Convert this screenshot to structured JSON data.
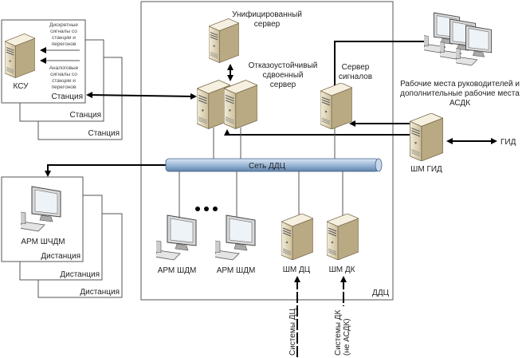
{
  "stations": {
    "ksu_label": "КСУ",
    "discrete_signals": [
      "Дискретные",
      "сигналы со",
      "станции и",
      "перегонов"
    ],
    "analog_signals": [
      "Аналоговые",
      "сигналы со",
      "станции и",
      "перегонов"
    ],
    "box_labels": [
      "Станция",
      "Станция",
      "Станция"
    ]
  },
  "ddc": {
    "label": "ДДЦ",
    "unified_server": [
      "Унифицированный",
      "сервер"
    ],
    "failsafe_server": [
      "Отказоустойчивый",
      "сдвоенный",
      "сервер"
    ],
    "signal_server": [
      "Сервер",
      "сигналов"
    ],
    "network": "Сеть ДДЦ",
    "arm_shdm_1": "АРМ ШДМ",
    "arm_shdm_2": "АРМ ШДМ",
    "shm_dc": "ШМ ДЦ",
    "shm_dk": "ШМ ДК"
  },
  "workstations": [
    "Рабочие места руководителей и",
    "дополнительные рабочие места",
    "АСДК"
  ],
  "shm_gid": "ШМ ГИД",
  "gid": "ГИД",
  "distances": {
    "arm_label": "АРМ ШЧДМ",
    "box_labels": [
      "Дистанция",
      "Дистанция",
      "Дистанция"
    ]
  },
  "external": {
    "dc_systems": "Системы ДЦ",
    "dk_systems": [
      "Системы ДК",
      "(не АСДК)"
    ]
  },
  "colors": {
    "server": "#e8dcc0",
    "network": "#9bb7d6"
  }
}
